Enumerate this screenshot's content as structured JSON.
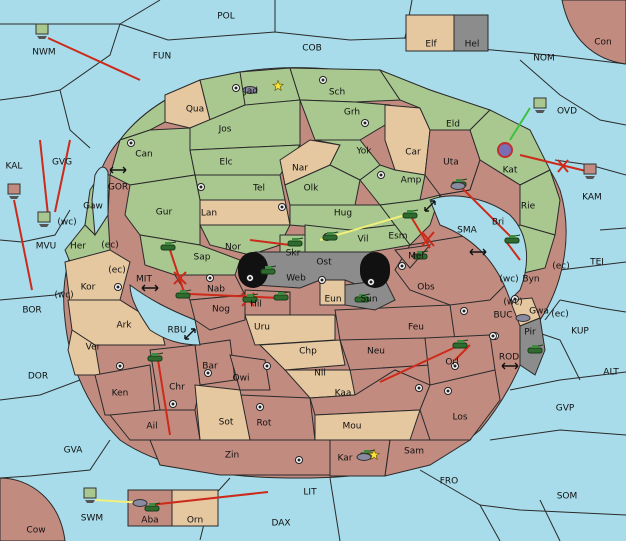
{
  "colors": {
    "sea": "#a8dcea",
    "green": "#a9c890",
    "tan": "#e5c7a0",
    "red": "#c28b80",
    "gray": "#8c8c8c",
    "order_red": "#cc2a1a",
    "support_yellow": "#f0f07a",
    "convoy_green": "#3cc23c"
  },
  "labels": {
    "POL": "POL",
    "COB": "COB",
    "FUN": "FUN",
    "NWM": "NWM",
    "NOM": "NOM",
    "Con": "Con",
    "Elf": "Elf",
    "Hel": "Hel",
    "OVD": "OVD",
    "KAL": "KAL",
    "GVG": "GVG",
    "KAM": "KAM",
    "TEI": "TEI",
    "KUP": "KUP",
    "ALT": "ALT",
    "GVP": "GVP",
    "SOM": "SOM",
    "FRO": "FRO",
    "LIT": "LIT",
    "DAX": "DAX",
    "SWM": "SWM",
    "Cow": "Cow",
    "GVA": "GVA",
    "DOR": "DOR",
    "BOR": "BOR",
    "MVU": "MVU",
    "GOR": "GOR",
    "MIT": "MIT",
    "RBU": "RBU",
    "SMA": "SMA",
    "BUC": "BUC",
    "ROD": "ROD",
    "Jad": "Jad",
    "Sch": "Sch",
    "Qua": "Qua",
    "Jos": "Jos",
    "Grh": "Grh",
    "Eld": "Eld",
    "Can": "Can",
    "Elc": "Elc",
    "Nar": "Nar",
    "Yok": "Yok",
    "Car": "Car",
    "Uta": "Uta",
    "Kat": "Kat",
    "Tel": "Tel",
    "Olk": "Olk",
    "Amp": "Amp",
    "Gaw": "Gaw",
    "Gur": "Gur",
    "Lan": "Lan",
    "Hug": "Hug",
    "Rie": "Rie",
    "Bri": "Bri",
    "Esm": "Esm",
    "Her": "Her",
    "Nor": "Nor",
    "Skr": "Skr",
    "Vil": "Vil",
    "Sap": "Sap",
    "Ost": "Ost",
    "Mel": "Mel",
    "Web": "Web",
    "Byn": "Byn",
    "Kor": "Kor",
    "Nab": "Nab",
    "Obs": "Obs",
    "Hil": "Hil",
    "Eun": "Eun",
    "Sun": "Sun",
    "Gwa": "Gwa",
    "Nog": "Nog",
    "Ark": "Ark",
    "Uru": "Uru",
    "Feu": "Feu",
    "Pir": "Pir",
    "Ver": "Ver",
    "Chp": "Chp",
    "Neu": "Neu",
    "Bar": "Bar",
    "Qwi": "Qwi",
    "Orl": "Orl",
    "Nil": "Nil",
    "Ken": "Ken",
    "Chr": "Chr",
    "Kaa": "Kaa",
    "Rot": "Rot",
    "Los": "Los",
    "Sot": "Sot",
    "Mou": "Mou",
    "Ail": "Ail",
    "Zin": "Zin",
    "Kar": "Kar",
    "Sam": "Sam",
    "Aba": "Aba",
    "Orn": "Orn",
    "wc": "(wc)",
    "ec": "(ec)"
  }
}
